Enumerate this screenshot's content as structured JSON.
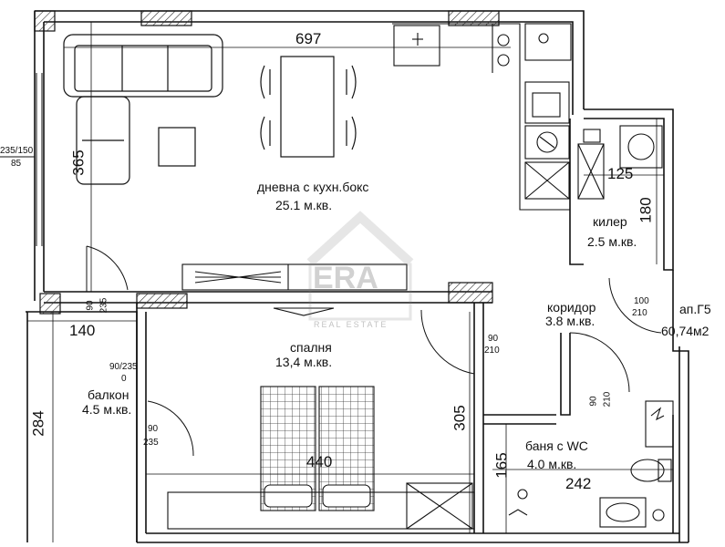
{
  "rooms": {
    "living": {
      "name": "дневна с кухн.бокс",
      "area": "25.1 м.кв."
    },
    "storage": {
      "name": "килер",
      "area": "2.5 м.кв."
    },
    "corridor": {
      "name": "коридор",
      "area": "3.8 м.кв."
    },
    "bedroom": {
      "name": "спалня",
      "area": "13,4 м.кв."
    },
    "balcony": {
      "name": "балкон",
      "area": "4.5 м.кв."
    },
    "bathroom": {
      "name": "баня с WC",
      "area": "4.0 м.кв."
    }
  },
  "apartment": {
    "id": "ап.Г5",
    "area": "60,74м2"
  },
  "dimensions": {
    "living_width": "697",
    "living_height": "365",
    "storage_width": "125",
    "storage_height": "180",
    "balcony_width": "140",
    "balcony_height": "284",
    "bedroom_width": "440",
    "bedroom_height": "305",
    "bath_height": "165",
    "bath_width": "242"
  },
  "openings": {
    "window_left": "235/150",
    "window_left_sill": "85",
    "door_living": "90",
    "door_living_h": "235",
    "door_entry": "100",
    "door_entry_h": "210",
    "door_bedroom": "90",
    "door_bedroom_h": "210",
    "door_bath": "90",
    "door_bath_h": "210",
    "balcony_window": "90/235",
    "balcony_window_sill": "0",
    "balcony_door": "90",
    "balcony_door_h": "235"
  },
  "watermark": {
    "brand": "ERA",
    "tagline": "REAL ESTATE",
    "color": "#7a7a7a"
  },
  "colors": {
    "line": "#111111",
    "accent": "#222222"
  }
}
